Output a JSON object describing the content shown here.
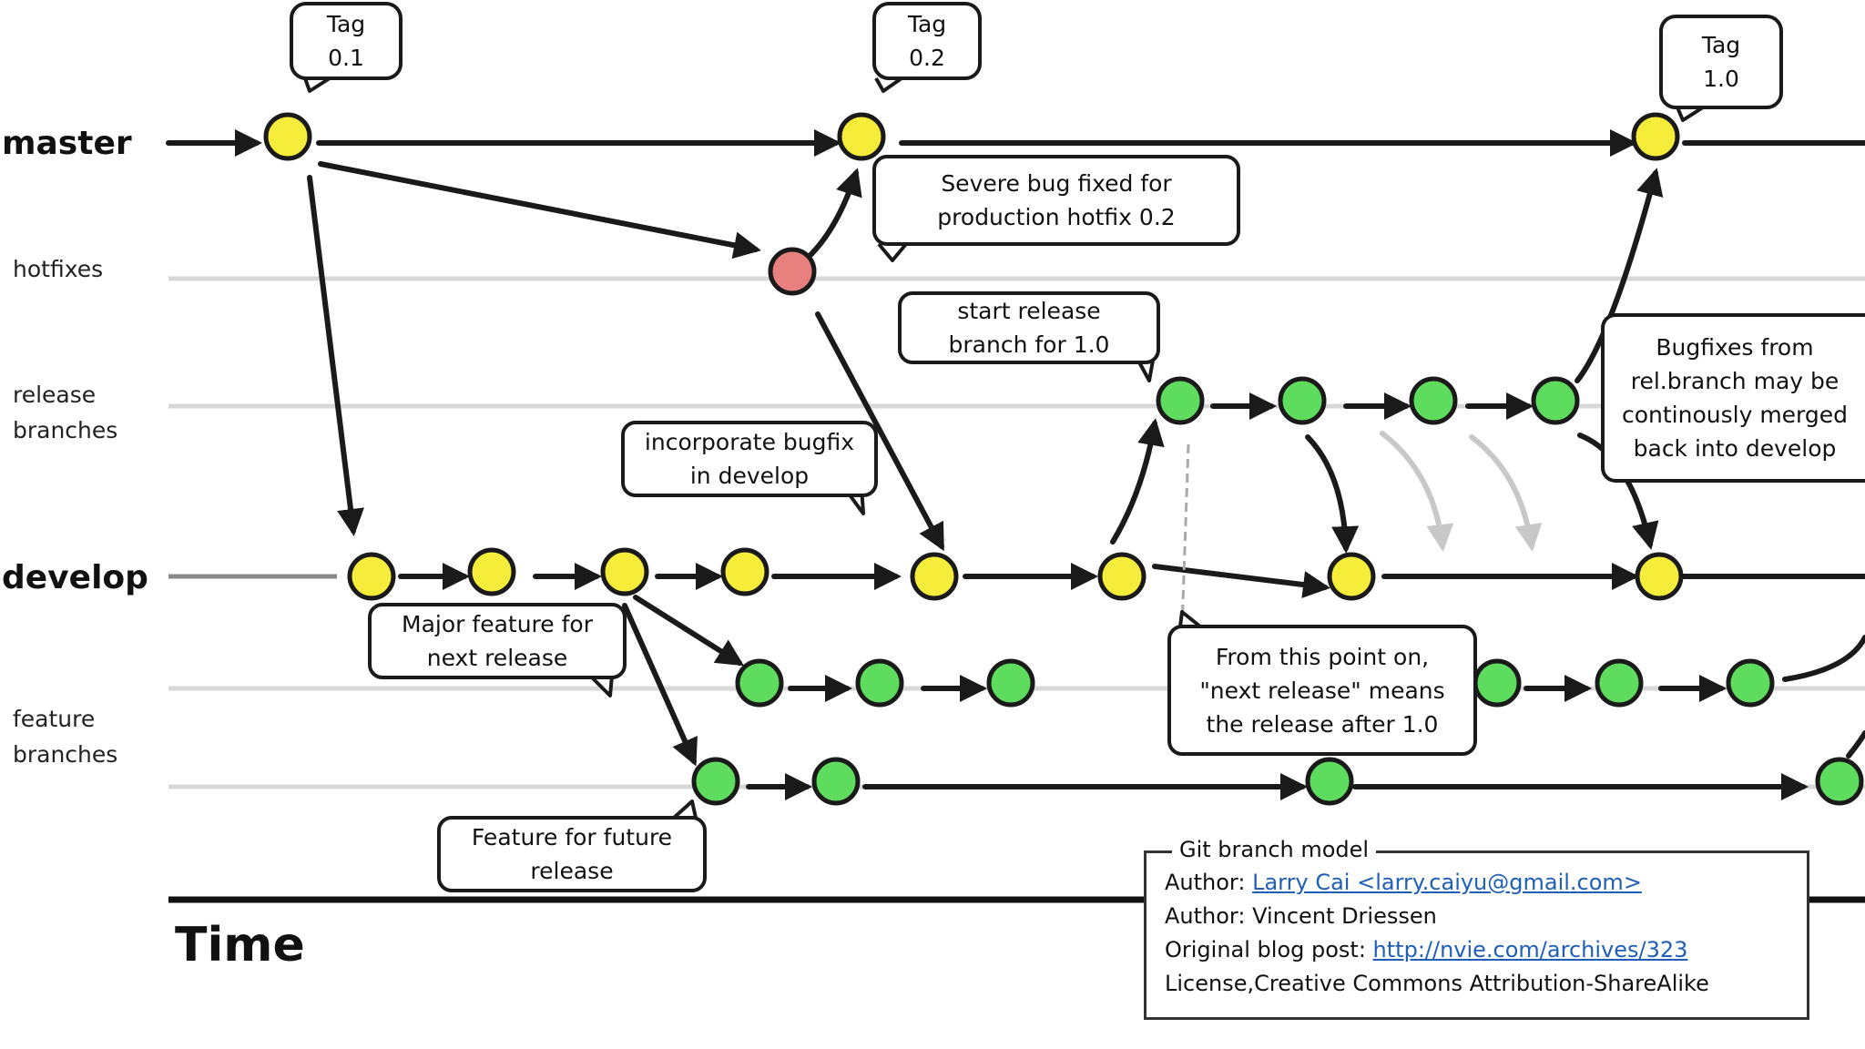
{
  "lanes": {
    "master": "master",
    "hotfixes": "hotfixes",
    "release": "release\nbranches",
    "develop": "develop",
    "feature": "feature\nbranches"
  },
  "tags": [
    {
      "label": "Tag\n0.1"
    },
    {
      "label": "Tag\n0.2"
    },
    {
      "label": "Tag\n1.0"
    }
  ],
  "callouts": {
    "severe_bug": "Severe bug fixed for\nproduction hotfix 0.2",
    "start_release": "start release\nbranch for 1.0",
    "incorporate": "incorporate bugfix\nin develop",
    "bugfixes_rel": "Bugfixes from\nrel.branch may be\ncontinously merged\nback into develop",
    "major_feature": "Major feature for\nnext release",
    "from_point": "From this point on,\n\"next release\" means\nthe release after 1.0",
    "future_feature": "Feature for future\nrelease"
  },
  "time_label": "Time",
  "legend": {
    "title": "Git branch model",
    "author1_prefix": "Author: ",
    "author1_link": "Larry Cai <larry.caiyu@gmail.com>",
    "author2": "Author: Vincent Driessen",
    "blog_prefix": "Original blog post: ",
    "blog_link": "http://nvie.com/archives/323",
    "license": "License,Creative Commons Attribution-ShareAlike"
  },
  "colors": {
    "master_commit": "#f6ec3a",
    "hotfix_commit": "#e8817d",
    "release_commit": "#5ddc5d",
    "develop_commit": "#f6ec3a",
    "feature_commit": "#5ddc5d",
    "lane_line": "#d8d8d8",
    "arrow": "#1a1a1a",
    "faded_arrow": "#c8c8c8",
    "link": "#1f5fb8"
  }
}
